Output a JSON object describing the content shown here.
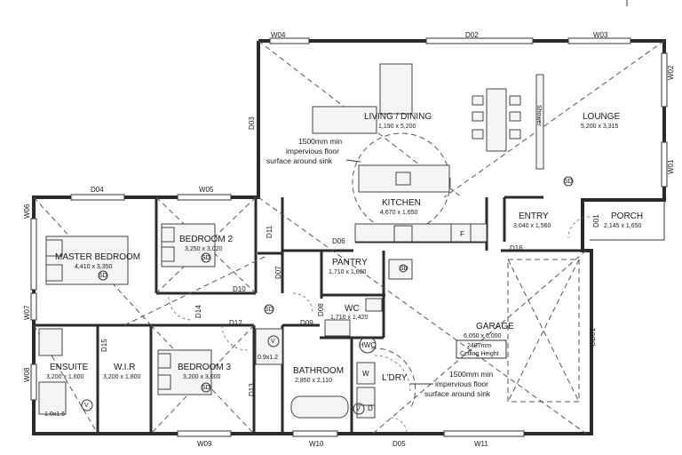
{
  "rooms": {
    "living_dining": {
      "name": "LIVING / DINING",
      "dims": "1,190 x 5,200"
    },
    "lounge": {
      "name": "LOUNGE",
      "dims": "5,200 x 3,315"
    },
    "kitchen": {
      "name": "KITCHEN",
      "dims": "4,670 x 1,650"
    },
    "entry": {
      "name": "ENTRY",
      "dims": "3,040 x 1,560"
    },
    "porch": {
      "name": "PORCH",
      "dims": "2,145 x 1,650"
    },
    "master_bedroom": {
      "name": "MASTER BEDROOM",
      "dims": "4,410 x 3,350"
    },
    "bedroom2": {
      "name": "BEDROOM 2",
      "dims": "3,250 x 3,020"
    },
    "bedroom3": {
      "name": "BEDROOM 3",
      "dims": "3,200 x 3,000"
    },
    "pantry": {
      "name": "PANTRY",
      "dims": "1,710 x 1,600"
    },
    "wc": {
      "name": "WC",
      "dims": "1,710 x 1,420"
    },
    "bathroom": {
      "name": "BATHROOM",
      "dims": "2,850 x 2,110"
    },
    "ensuite": {
      "name": "ENSUITE",
      "dims": "3,200 x 1,600"
    },
    "wir": {
      "name": "W.I.R",
      "dims": "3,200 x 1,800"
    },
    "ldry": {
      "name": "L'DRY"
    },
    "garage": {
      "name": "GARAGE",
      "dims": "6,050 x 6,000",
      "ceiling_1": "2407mm",
      "ceiling_2": "Ceiling Height"
    }
  },
  "notes": {
    "kitchen_line1": "1500mm min",
    "kitchen_line2": "impervious floor",
    "kitchen_line3": "surface around sink",
    "ldry_line1": "1500mm min",
    "ldry_line2": "impervious floor",
    "ldry_line3": "surface around sink"
  },
  "tags": {
    "W04": "W04",
    "D02": "D02",
    "W03": "W03",
    "W02": "W02",
    "W01": "W01",
    "D03": "D03",
    "D04": "D04",
    "W05": "W05",
    "W06": "W06",
    "W07": "W07",
    "W08": "W08",
    "D11": "D11",
    "D07": "D07",
    "D10": "D10",
    "D14": "D14",
    "D12": "D12",
    "D15": "D15",
    "D13": "D13",
    "D06": "D06",
    "D08": "D08",
    "D09": "D09",
    "D16": "D16",
    "D01": "D01",
    "GD01": "GD01",
    "D05": "D05",
    "W09": "W09",
    "W10": "W10",
    "W11": "W11"
  },
  "fixtures": {
    "shower_label": "Shower",
    "shower_small": "0.9x1.2",
    "ensuite_small": "1.0x1.6",
    "hwc": "HWC",
    "washer": "W",
    "dryer": "D",
    "fridge": "F",
    "sd": "SD",
    "v": "V"
  }
}
